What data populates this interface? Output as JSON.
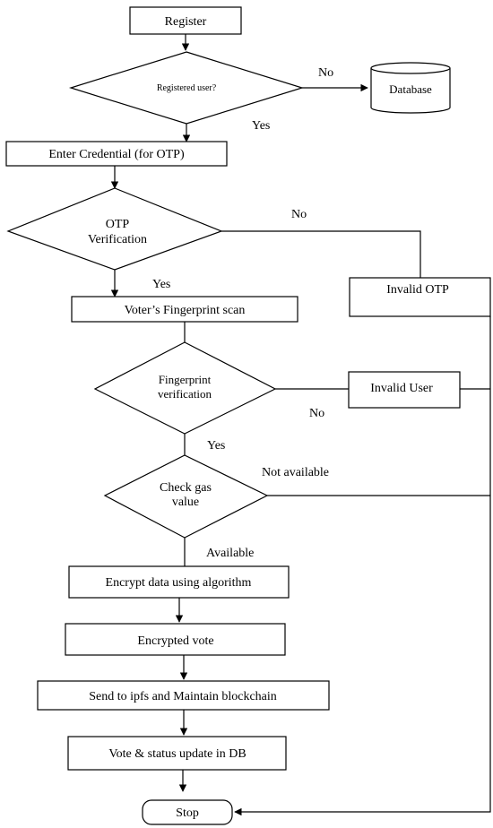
{
  "flowchart": {
    "register": "Register",
    "registered_user_question": "Registered user?",
    "database": "Database",
    "enter_credential": "Enter Credential (for OTP)",
    "otp_verification_line1": "OTP",
    "otp_verification_line2": "Verification",
    "invalid_otp": "Invalid OTP",
    "fingerprint_scan": "Voter’s Fingerprint scan",
    "fingerprint_verification_line1": "Fingerprint",
    "fingerprint_verification_line2": "verification",
    "invalid_user": "Invalid User",
    "check_gas_line1": "Check gas",
    "check_gas_line2": "value",
    "encrypt_data": "Encrypt data using algorithm",
    "encrypted_vote": "Encrypted vote",
    "send_to_ipfs": "Send to ipfs and Maintain blockchain",
    "vote_status_update": "Vote & status update in DB",
    "stop": "Stop"
  },
  "edge_labels": {
    "no": "No",
    "yes": "Yes",
    "not_available": "Not available",
    "available": "Available"
  }
}
